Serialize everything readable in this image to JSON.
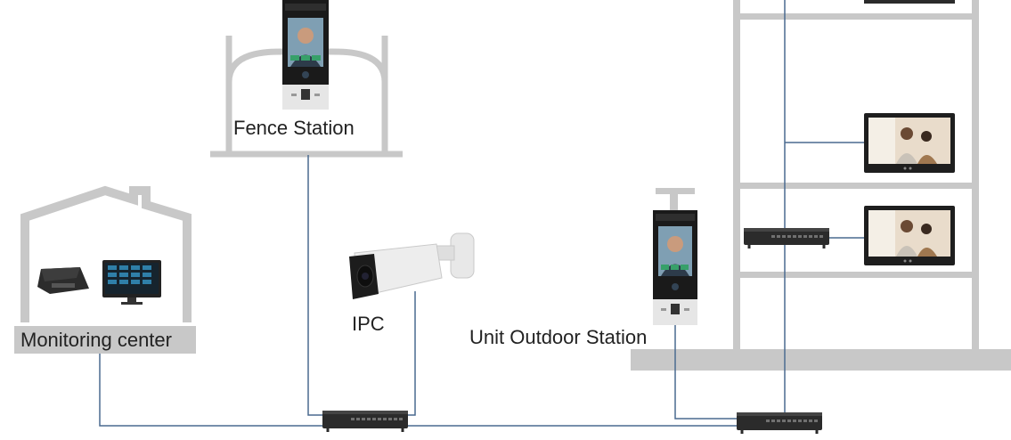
{
  "labels": {
    "monitoring_center": "Monitoring center",
    "fence_station": "Fence Station",
    "ipc": "IPC",
    "unit_outdoor_station": "Unit Outdoor Station"
  },
  "colors": {
    "structure_gray": "#c8c8c8",
    "cable_blue": "#4a6a8f",
    "device_dark": "#2b2b2b",
    "panel_silver": "#e6e6e6"
  },
  "devices": [
    {
      "id": "fence-station-terminal",
      "icon": "face-recognition-terminal-icon"
    },
    {
      "id": "unit-outdoor-terminal",
      "icon": "face-recognition-terminal-icon"
    },
    {
      "id": "ipc-camera",
      "icon": "bullet-camera-icon"
    },
    {
      "id": "desk-console",
      "icon": "desk-console-icon"
    },
    {
      "id": "management-monitor",
      "icon": "monitor-icon"
    },
    {
      "id": "indoor-monitor-1",
      "icon": "indoor-monitor-icon"
    },
    {
      "id": "indoor-monitor-2",
      "icon": "indoor-monitor-icon"
    },
    {
      "id": "indoor-monitor-3",
      "icon": "indoor-monitor-icon"
    },
    {
      "id": "building-switch",
      "icon": "network-switch-icon"
    },
    {
      "id": "central-switch",
      "icon": "network-switch-icon"
    },
    {
      "id": "right-switch",
      "icon": "network-switch-icon"
    }
  ]
}
